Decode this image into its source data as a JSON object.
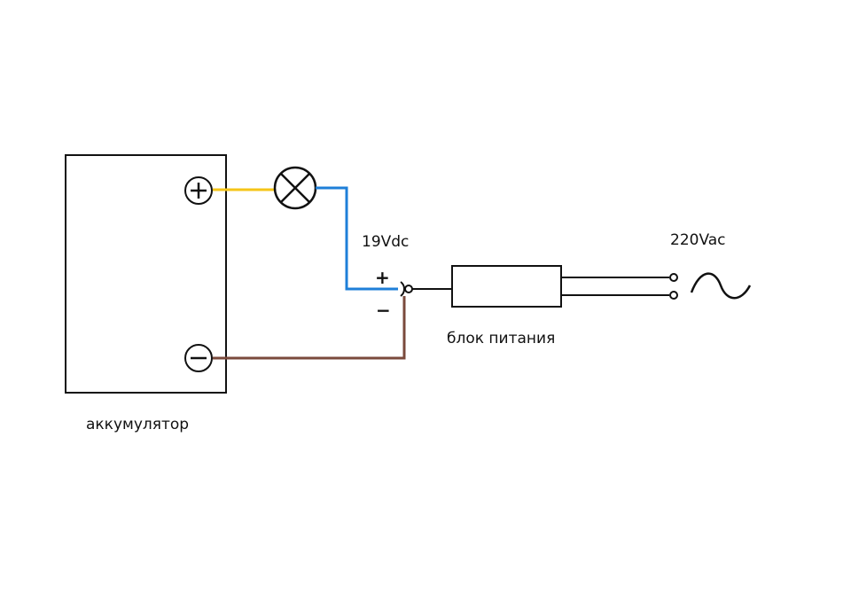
{
  "labels": {
    "battery": "аккумулятор",
    "dc_voltage": "19Vdc",
    "power_supply": "блок питания",
    "ac_voltage": "220Vac",
    "plus": "+",
    "minus": "−"
  },
  "icons": {
    "lamp": "lamp-icon",
    "ac_source": "ac-sine-icon",
    "battery_plus": "plus-terminal-icon",
    "battery_minus": "minus-terminal-icon"
  },
  "colors": {
    "positive_wire": "#f5c518",
    "dc_wire": "#1e7fd8",
    "negative_wire": "#7a4a3c",
    "outline": "#111111"
  }
}
